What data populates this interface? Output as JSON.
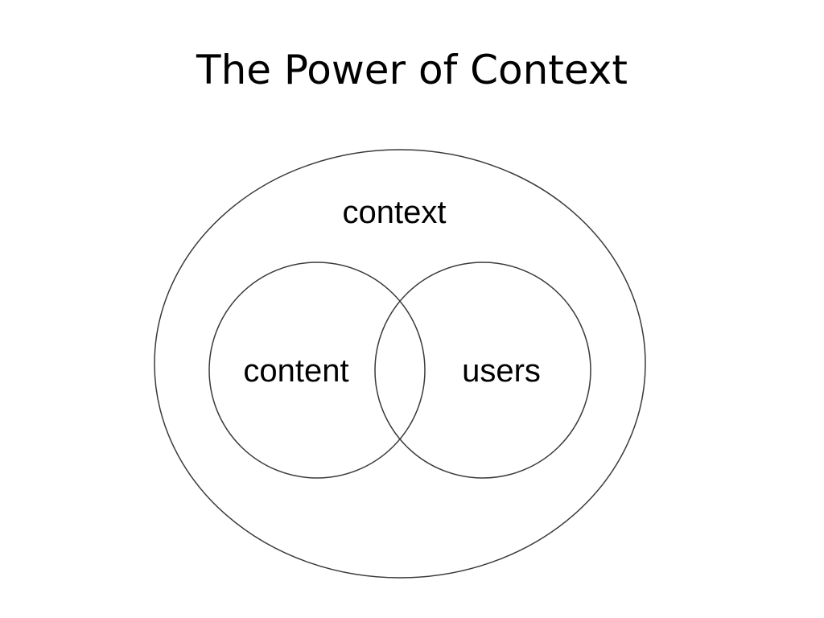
{
  "slide": {
    "title": "The Power of Context"
  },
  "diagram": {
    "outer_label": "context",
    "left_label": "content",
    "right_label": "users",
    "stroke_color": "#3a3a3a",
    "text_color": "#000000",
    "background_color": "#ffffff"
  }
}
